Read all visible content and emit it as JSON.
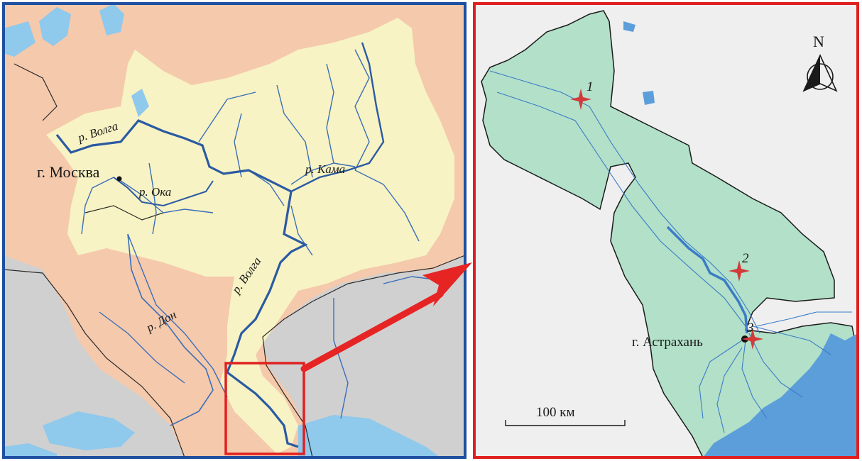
{
  "left_map": {
    "frame_color": "#1f4fa0",
    "colors": {
      "background": "#f5c9ac",
      "basin": "#f7f3c4",
      "water": "#8fc9ec",
      "river_main": "#2b5aa3",
      "river_minor": "#3b6eb8",
      "foreign": "#d0d0d0",
      "border": "#2a2a2a",
      "inset_frame": "#e02020"
    },
    "labels": {
      "volga_upper": "р. Волга",
      "volga_lower": "р. Волга",
      "moscow": "г. Москва",
      "oka": "р. Ока",
      "kama": "р. Кама",
      "don": "р. Дон"
    }
  },
  "connector": {
    "color": "#e62424"
  },
  "right_map": {
    "frame_color": "#e02020",
    "colors": {
      "background": "#efefef",
      "region": "#b2e0c9",
      "water": "#5b9ed9",
      "river": "#3a7cc7",
      "border": "#1a1a1a",
      "marker": "#d33a3a"
    },
    "north_label": "N",
    "city_label": "г. Астрахань",
    "sites": [
      {
        "label": "1"
      },
      {
        "label": "2"
      },
      {
        "label": "3"
      }
    ],
    "scale_label": "100 км"
  }
}
